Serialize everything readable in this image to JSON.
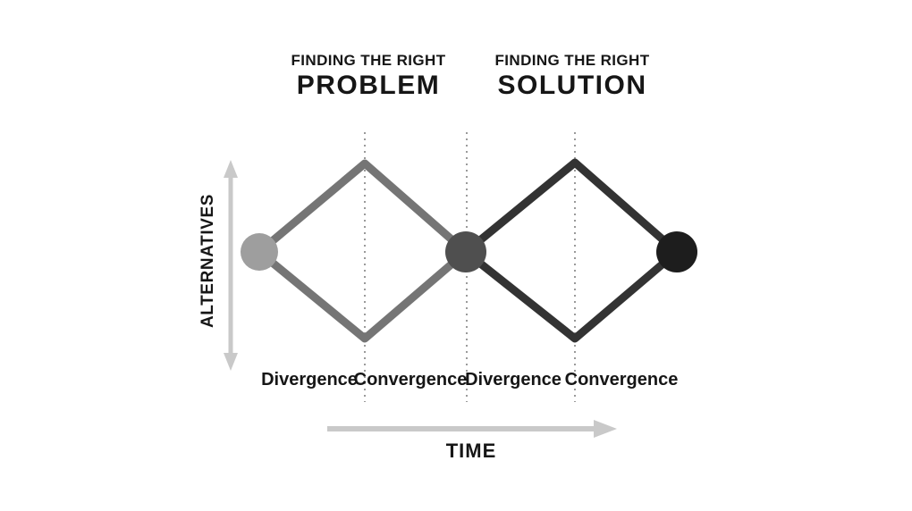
{
  "diagram": {
    "problem": {
      "eyebrow": "FINDING THE RIGHT",
      "title": "PROBLEM"
    },
    "solution": {
      "eyebrow": "FINDING THE RIGHT",
      "title": "SOLUTION"
    },
    "phase_labels": [
      "Divergence",
      "Convergence",
      "Divergence",
      "Convergence"
    ],
    "x_axis": {
      "label": "TIME"
    },
    "y_axis": {
      "label": "ALTERNATIVES"
    },
    "colors": {
      "start_node": "#9e9e9e",
      "problem_diamond": "#757575",
      "mid_node": "#4f4f4f",
      "solution_diamond": "#333333",
      "end_node": "#1d1d1d",
      "phase_divider": "#9a9a9a",
      "axis_arrow": "#c9c9c9"
    }
  }
}
